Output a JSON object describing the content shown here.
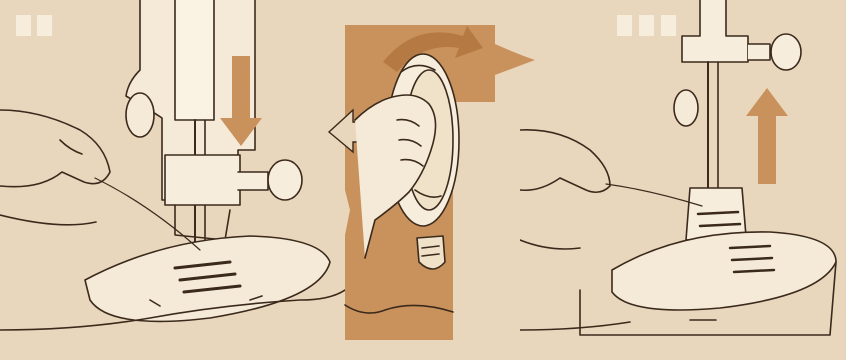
{
  "illustration": {
    "steps": [
      {
        "panel": "left",
        "roman_bars": 2,
        "arrow": "down"
      },
      {
        "panel": "center",
        "roman_bars": 0,
        "arrow": "turn-handwheel"
      },
      {
        "panel": "right",
        "roman_bars": 3,
        "arrow": "up"
      }
    ],
    "palette": {
      "paper": "#e9d7bd",
      "accent": "#c9925c",
      "accent_dark": "#b57a43",
      "line": "#3b2a1c",
      "highlight": "#f6eddd"
    }
  }
}
